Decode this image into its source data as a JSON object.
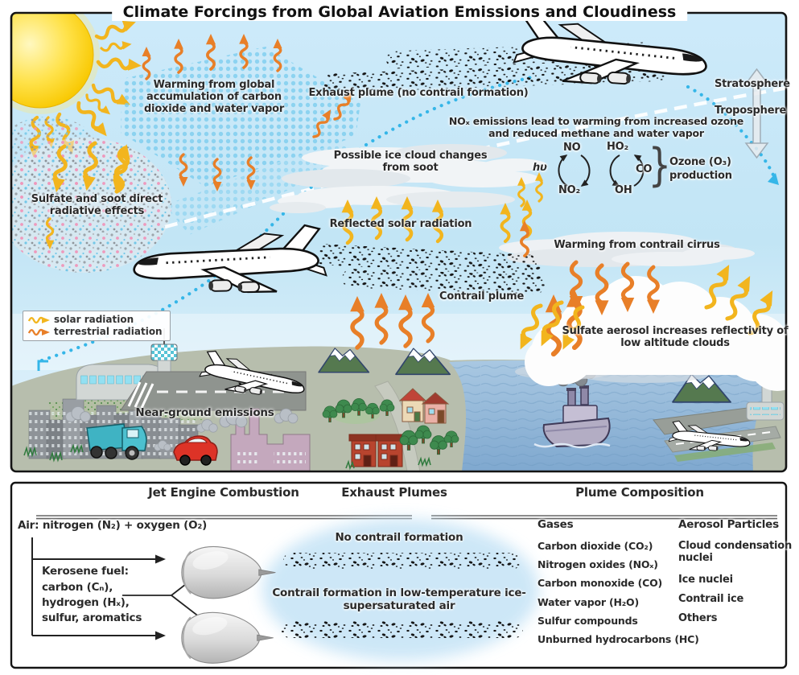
{
  "title": "Climate Forcings from Global Aviation Emissions and Cloudiness",
  "scene": {
    "labels": {
      "warming_global": "Warming from global accumulation of carbon dioxide and water vapor",
      "exhaust_plume": "Exhaust plume (no contrail formation)",
      "stratosphere": "Stratosphere",
      "troposphere": "Troposphere",
      "nox": "NOₓ emissions lead to warming from increased ozone and reduced methane and water vapor",
      "ice_cloud": "Possible ice cloud changes from soot",
      "sulfate_soot": "Sulfate and soot direct radiative effects",
      "reflected_solar": "Reflected solar radiation",
      "contrail_cirrus": "Warming from contrail cirrus",
      "contrail_plume": "Contrail plume",
      "sulfate_aerosol": "Sulfate aerosol increases reflectivity of low altitude clouds",
      "near_ground": "Near-ground emissions"
    },
    "ozone_cycle": {
      "no": "NO",
      "no2": "NO₂",
      "hv": "hυ",
      "ho2": "HO₂",
      "co": "CO",
      "oh": "OH",
      "brace": "}",
      "label_line1": "Ozone (O₃)",
      "label_line2": "production"
    },
    "legend": {
      "solar": "solar radiation",
      "terrestrial": "terrestrial radiation"
    }
  },
  "bottom_panel": {
    "headers": {
      "combustion": "Jet Engine Combustion",
      "plumes": "Exhaust Plumes",
      "composition": "Plume Composition"
    },
    "combustion": {
      "air": "Air: nitrogen (N₂) + oxygen (O₂)",
      "fuel_lines": [
        "Kerosene fuel:",
        "carbon (Cₙ),",
        "hydrogen (Hₓ),",
        "sulfur, aromatics"
      ]
    },
    "plumes": {
      "no_contrail": "No contrail formation",
      "contrail": "Contrail formation in low-temperature ice-supersaturated air"
    },
    "composition": {
      "gases_header": "Gases",
      "gases": [
        "Carbon dioxide (CO₂)",
        "Nitrogen oxides (NOₓ)",
        "Carbon monoxide (CO)",
        "Water vapor (H₂O)",
        "Sulfur compounds",
        "Unburned hydrocarbons (HC)"
      ],
      "aerosols_header": "Aerosol Particles",
      "aerosols": [
        "Cloud condensation nuclei",
        "Ice nuclei",
        "Contrail ice",
        "Others"
      ]
    }
  },
  "colors": {
    "solar": "#f2b51e",
    "terrestrial": "#e87f28",
    "flight_path": "#35b6e8",
    "sky": "#c8e7f6"
  }
}
